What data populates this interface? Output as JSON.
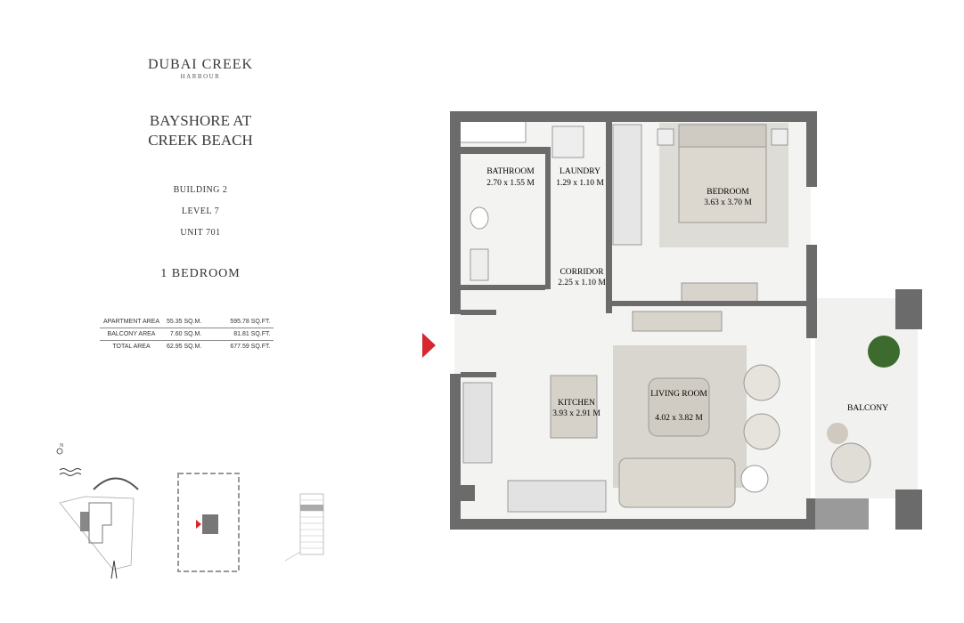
{
  "brand": {
    "name": "DUBAI CREEK",
    "sub": "HARBOUR"
  },
  "project": {
    "line1": "BAYSHORE AT",
    "line2": "CREEK BEACH"
  },
  "building": "BUILDING 2",
  "level": "LEVEL 7",
  "unit": "UNIT 701",
  "unit_type": "1 BEDROOM",
  "areas": [
    {
      "label": "APARTMENT AREA",
      "sqm": "55.35 SQ.M.",
      "sqft": "595.78 SQ.FT."
    },
    {
      "label": "BALCONY AREA",
      "sqm": "7.60 SQ.M.",
      "sqft": "81.81 SQ.FT."
    },
    {
      "label": "TOTAL AREA",
      "sqm": "62.95 SQ.M.",
      "sqft": "677.59 SQ.FT."
    }
  ],
  "rooms": [
    {
      "name": "BATHROOM",
      "dim": "2.70 x 1.55 M"
    },
    {
      "name": "LAUNDRY",
      "dim": "1.29 x 1.10 M"
    },
    {
      "name": "BEDROOM",
      "dim": "3.63 x 3.70 M"
    },
    {
      "name": "CORRIDOR",
      "dim": "2.25 x 1.10 M"
    },
    {
      "name": "KITCHEN",
      "dim": "3.93 x 2.91 M"
    },
    {
      "name": "LIVING ROOM",
      "dim": "4.02 x 3.82 M"
    },
    {
      "name": "BALCONY",
      "dim": ""
    }
  ],
  "compass": "N",
  "colors": {
    "wall": "#6b6b6b",
    "entry_marker": "#d7262e",
    "rug": "#d9d6d0",
    "floor": "#f3f3f1"
  }
}
